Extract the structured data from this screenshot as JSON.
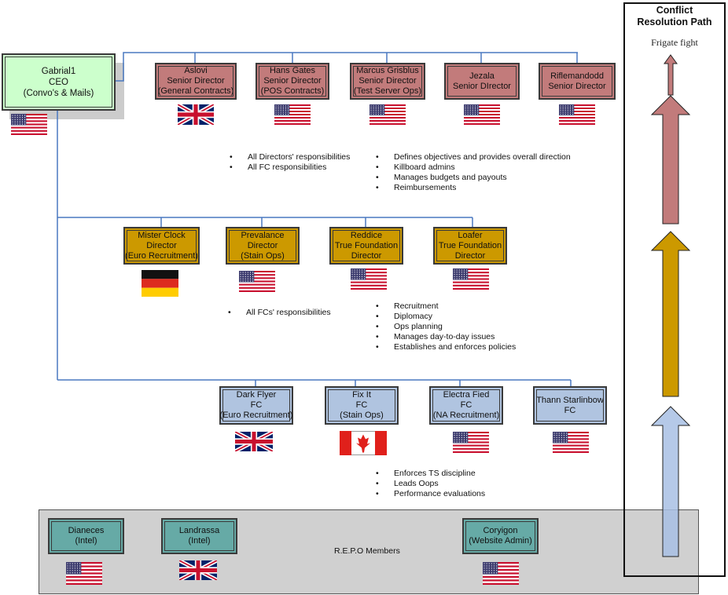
{
  "ceo": {
    "lines": [
      "Gabrial1",
      "CEO",
      "(Convo's & Mails)"
    ],
    "flag": "us-flag"
  },
  "senior_directors": [
    {
      "lines": [
        "Aslovi",
        "Senior Director",
        "(General Contracts)"
      ],
      "flag": "uk-flag"
    },
    {
      "lines": [
        "Hans Gates",
        "Senior Director",
        "(POS Contracts)"
      ],
      "flag": "us-flag"
    },
    {
      "lines": [
        "Marcus Grisblus",
        "Senior Director",
        "(Test Server Ops)"
      ],
      "flag": "us-flag"
    },
    {
      "lines": [
        "Jezala",
        "Senior DIrector"
      ],
      "flag": "us-flag"
    },
    {
      "lines": [
        "Riflemandodd",
        "Senior Director"
      ],
      "flag": "us-flag"
    }
  ],
  "senior_bullets_a": [
    "All Directors' responsibilities",
    "All FC responsibilities"
  ],
  "senior_bullets_b": [
    "Defines objectives and provides overall direction",
    "Killboard admins",
    "Manages budgets and payouts",
    "Reimbursements"
  ],
  "directors": [
    {
      "lines": [
        "Mister Clock",
        "Director",
        "(Euro Recruitment)"
      ],
      "flag": "de-flag"
    },
    {
      "lines": [
        "Prevalance",
        "Director",
        "(Stain Ops)"
      ],
      "flag": "us-flag"
    },
    {
      "lines": [
        "Reddice",
        "True Foundation",
        "Director"
      ],
      "flag": "us-flag"
    },
    {
      "lines": [
        "Loafer",
        "True Foundation",
        "Director"
      ],
      "flag": "us-flag"
    }
  ],
  "director_bullets_a": [
    "All FCs' responsibilities"
  ],
  "director_bullets_b": [
    "Recruitment",
    "Diplomacy",
    "Ops planning",
    "Manages day-to-day issues",
    "Establishes and enforces policies"
  ],
  "fcs": [
    {
      "lines": [
        "Dark Flyer",
        "FC",
        "(Euro Recruitment)"
      ],
      "flag": "uk-flag"
    },
    {
      "lines": [
        "Fix It",
        "FC",
        "(Stain Ops)"
      ],
      "flag": "ca-flag"
    },
    {
      "lines": [
        "Electra Fied",
        "FC",
        "(NA Recruitment)"
      ],
      "flag": "us-flag"
    },
    {
      "lines": [
        "Thann Starlinbow",
        "FC"
      ],
      "flag": "us-flag"
    }
  ],
  "fc_bullets": [
    "Enforces TS discipline",
    "Leads Oops",
    "Performance evaluations"
  ],
  "repo": {
    "label": "R.E.P.O Members",
    "members": [
      {
        "lines": [
          "Dianeces",
          "(Intel)"
        ],
        "flag": "us-flag"
      },
      {
        "lines": [
          "Landrassa",
          "(Intel)"
        ],
        "flag": "uk-flag"
      },
      {
        "lines": [
          "Coryigon",
          "(Website Admin)"
        ],
        "flag": "us-flag"
      }
    ]
  },
  "conflict_path": {
    "title_line1": "Conflict",
    "title_line2": "Resolution Path",
    "top_label": "Frigate fight"
  },
  "colors": {
    "senior": "#c27b7b",
    "director": "#cc9900",
    "fc": "#b0c4e0",
    "repo": "#66aaa6",
    "ceo": "#ccffcc",
    "connector": "#4a78c0"
  }
}
